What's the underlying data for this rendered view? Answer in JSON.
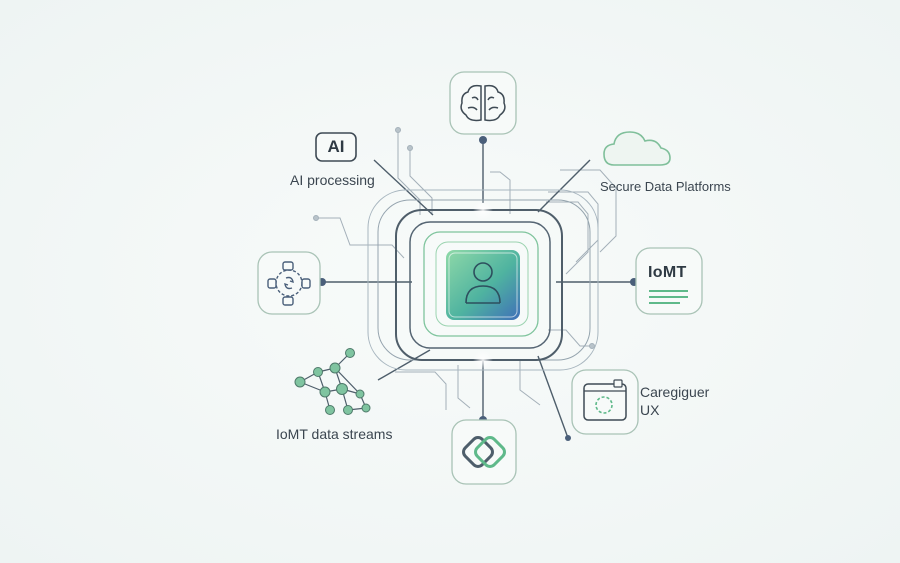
{
  "nodes": {
    "ai_badge": "AI",
    "ai_label": "AI processing",
    "secure_label": "Secure Data Platforms",
    "iomt_badge": "IoMT",
    "caregiver_line1": "Caregiguer",
    "caregiver_line2": "UX",
    "iomt_streams_label": "IoMT data streams"
  },
  "colors": {
    "line": "#4e5e6b",
    "circuit": "#9aa8b2",
    "accent_green": "#5fb98a",
    "accent_blue": "#4f86c6",
    "box_stroke": "#a9c3b6"
  }
}
